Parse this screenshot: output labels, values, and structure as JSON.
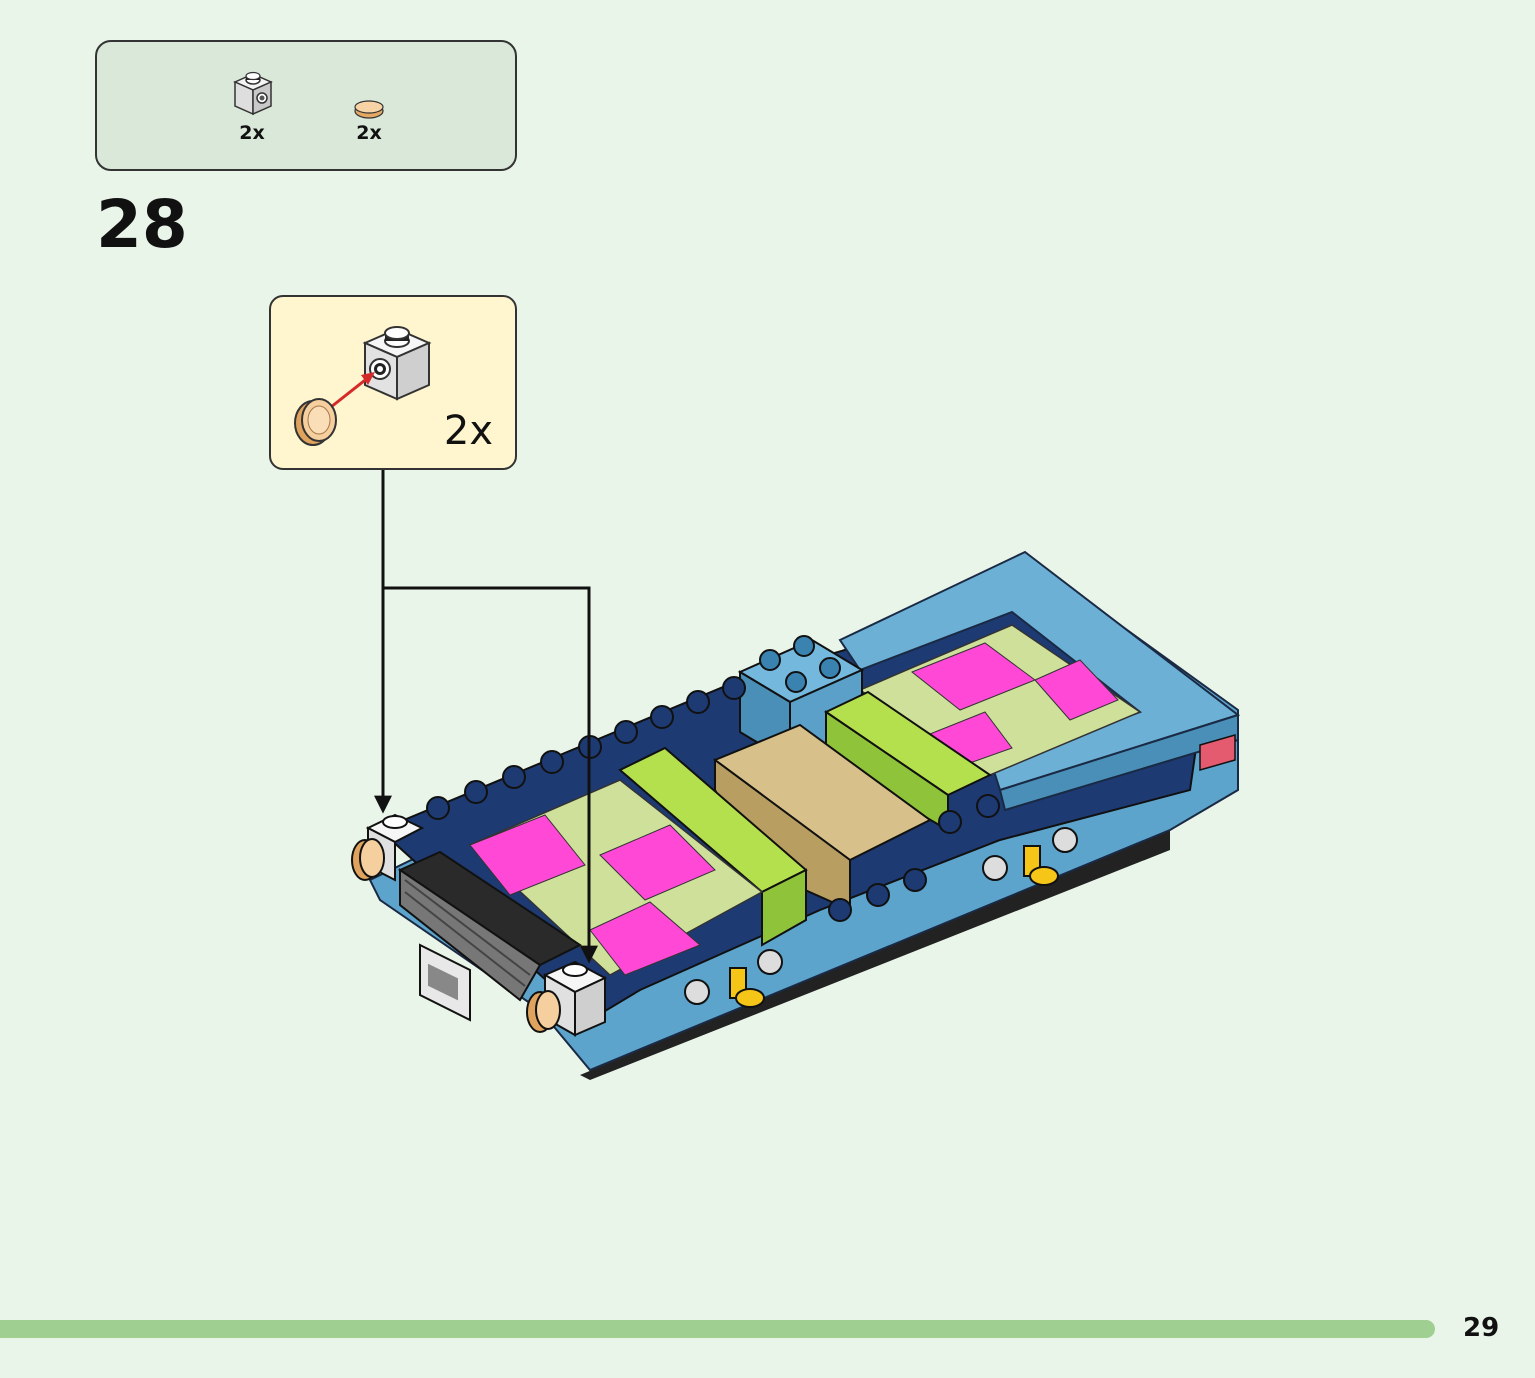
{
  "parts_list": {
    "items": [
      {
        "name": "white-1x1-brick-with-stud-on-side",
        "quantity": "2x"
      },
      {
        "name": "tan-1x1-round-tile",
        "quantity": "2x"
      }
    ]
  },
  "step": {
    "number": "28"
  },
  "callout": {
    "quantity": "2x"
  },
  "page": {
    "number": "29",
    "progress_fraction": 0.935
  },
  "colors": {
    "background": "#eaf5ea",
    "parts_box": "#d9e8d8",
    "callout_box": "#fff6cf",
    "progress_bar": "#9fd092",
    "arrow_red": "#d42a2a",
    "dark_blue": "#1d3a72",
    "light_blue": "#5da4cc",
    "magenta": "#ff3fcf",
    "lime": "#a8d84a",
    "tan": "#d8c08a"
  }
}
